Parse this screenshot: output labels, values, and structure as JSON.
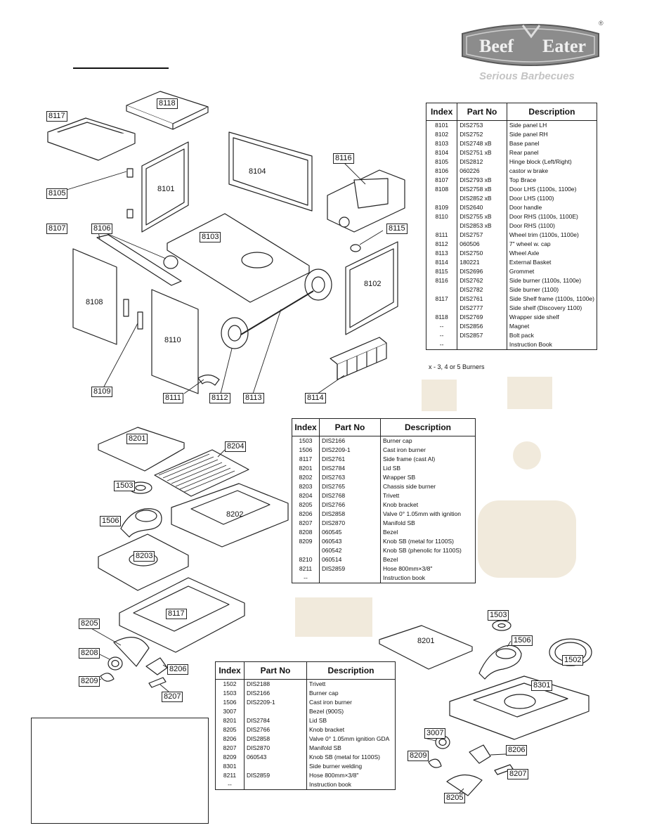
{
  "brand": {
    "logo_text": "BeefEater",
    "registered_mark": "®",
    "tagline": "Serious Barbecues"
  },
  "table1": {
    "headers": [
      "Index",
      "Part No",
      "Description"
    ],
    "rows": [
      [
        "8101",
        "DIS2753",
        "Side panel LH"
      ],
      [
        "8102",
        "DIS2752",
        "Side panel RH"
      ],
      [
        "8103",
        "DIS2748 xB",
        "Base panel"
      ],
      [
        "8104",
        "DIS2751 xB",
        "Rear panel"
      ],
      [
        "8105",
        "DIS2812",
        "Hinge block (Left/Right)"
      ],
      [
        "8106",
        "060226",
        "castor w brake"
      ],
      [
        "8107",
        "DIS2793 xB",
        "Top Brace"
      ],
      [
        "8108",
        "DIS2758 xB",
        "Door LHS (1100s, 1100e)"
      ],
      [
        "",
        "DIS2852 xB",
        "Door LHS (1100)"
      ],
      [
        "8109",
        "DIS2640",
        "Door handle"
      ],
      [
        "8110",
        "DIS2755 xB",
        "Door RHS (1100s, 1100E)"
      ],
      [
        "",
        "DIS2853 xB",
        "Door RHS (1100)"
      ],
      [
        "8111",
        "DIS2757",
        "Wheel trim (1100s, 1100e)"
      ],
      [
        "8112",
        "060506",
        "7\" wheel w. cap"
      ],
      [
        "8113",
        "DIS2750",
        "Wheel Axle"
      ],
      [
        "8114",
        "180221",
        "External Basket"
      ],
      [
        "8115",
        "DIS2696",
        "Grommet"
      ],
      [
        "8116",
        "DIS2762",
        "Side burner (1100s, 1100e)"
      ],
      [
        "",
        "DIS2782",
        "Side burner (1100)"
      ],
      [
        "8117",
        "DIS2761",
        "Side Shelf frame (1100s, 1100e)"
      ],
      [
        "",
        "DIS2777",
        "Side shelf (Discovery 1100)"
      ],
      [
        "8118",
        "DIS2769",
        "Wrapper side shelf"
      ],
      [
        "--",
        "DIS2856",
        "Magnet"
      ],
      [
        "--",
        "DIS2857",
        "Bolt pack"
      ],
      [
        "--",
        "",
        "Instruction Book"
      ]
    ],
    "footnote": "x - 3, 4 or 5 Burners"
  },
  "table2": {
    "headers": [
      "Index",
      "Part No",
      "Description"
    ],
    "rows": [
      [
        "1503",
        "DIS2166",
        "Burner cap"
      ],
      [
        "1506",
        "DIS2209-1",
        "Cast iron burner"
      ],
      [
        "8117",
        "DIS2761",
        "Side frame (cast Al)"
      ],
      [
        "8201",
        "DIS2784",
        "Lid SB"
      ],
      [
        "8202",
        "DIS2763",
        "Wrapper SB"
      ],
      [
        "8203",
        "DIS2765",
        "Chassis side burner"
      ],
      [
        "8204",
        "DIS2768",
        "Trivett"
      ],
      [
        "8205",
        "DIS2766",
        "Knob bracket"
      ],
      [
        "8206",
        "DIS2858",
        "Valve 0° 1.05mm with ignition"
      ],
      [
        "8207",
        "DIS2870",
        "Manifold SB"
      ],
      [
        "8208",
        "060545",
        "Bezel"
      ],
      [
        "8209",
        "060543",
        "Knob SB (metal for 1100S)"
      ],
      [
        "",
        "060542",
        "Knob SB (phenolic for 1100S)"
      ],
      [
        "8210",
        "060514",
        "Bezel"
      ],
      [
        "8211",
        "DIS2859",
        "Hose 800mm×3/8\""
      ],
      [
        "--",
        "",
        "Instruction book"
      ]
    ]
  },
  "table3": {
    "headers": [
      "Index",
      "Part No",
      "Description"
    ],
    "rows": [
      [
        "1502",
        "DIS2188",
        "Trivett"
      ],
      [
        "1503",
        "DIS2166",
        "Burner cap"
      ],
      [
        "1506",
        "DIS2209-1",
        "Cast iron burner"
      ],
      [
        "3007",
        "",
        "Bezel (900S)"
      ],
      [
        "8201",
        "DIS2784",
        "Lid SB"
      ],
      [
        "8205",
        "DIS2766",
        "Knob bracket"
      ],
      [
        "8206",
        "DIS2858",
        "Valve 0° 1.05mm ignition GDA"
      ],
      [
        "8207",
        "DIS2870",
        "Manifold SB"
      ],
      [
        "8209",
        "060543",
        "Knob SB (metal for 1100S)"
      ],
      [
        "8301",
        "",
        "Side burner welding"
      ],
      [
        "8211",
        "DIS2859",
        "Hose 800mm×3/8\""
      ],
      [
        "--",
        "",
        "Instruction book"
      ]
    ]
  },
  "labels": {
    "l8117a": "8117",
    "l8118": "8118",
    "l8101": "8101",
    "l8104": "8104",
    "l8116": "8116",
    "l8105": "8105",
    "l8107": "8107",
    "l8106": "8106",
    "l8103": "8103",
    "l8115": "8115",
    "l8102": "8102",
    "l8108": "8108",
    "l8110": "8110",
    "l8109": "8109",
    "l8111": "8111",
    "l8112": "8112",
    "l8113": "8113",
    "l8114": "8114",
    "l8201a": "8201",
    "l8204": "8204",
    "l1503a": "1503",
    "l1506a": "1506",
    "l8202": "8202",
    "l8203": "8203",
    "l8117b": "8117",
    "l8205a": "8205",
    "l8208": "8208",
    "l8206a": "8206",
    "l8209a": "8209",
    "l8207a": "8207",
    "l1503b": "1503",
    "l8201b": "8201",
    "l1506b": "1506",
    "l1502": "1502",
    "l8301": "8301",
    "l3007": "3007",
    "l8206b": "8206",
    "l8209b": "8209",
    "l8207b": "8207",
    "l8205b": "8205"
  }
}
